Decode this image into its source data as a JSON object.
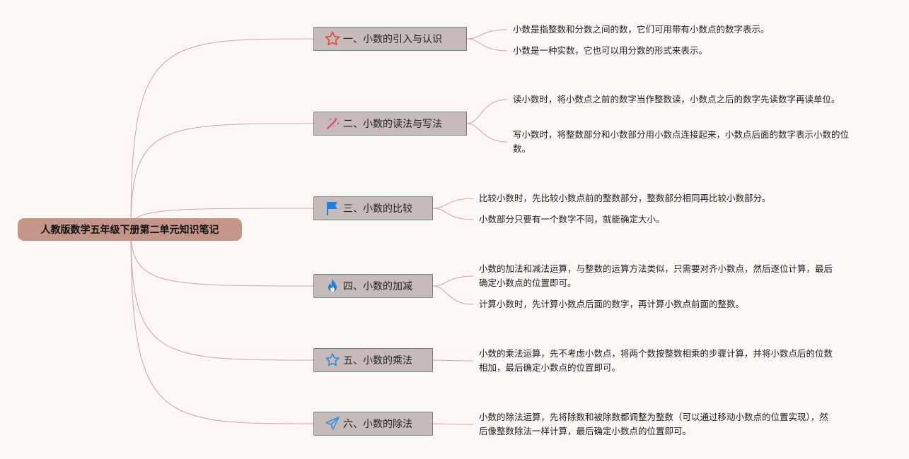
{
  "root": {
    "title": "人教版数学五年级下册第二单元知识笔记"
  },
  "branches": [
    {
      "label": "一、小数的引入与认识",
      "icon": "star-outline-icon",
      "icon_color": "#e0463a",
      "notes": [
        "小数是指整数和分数之间的数，它们可用带有小数点的数字表示。",
        "小数是一种实数，它也可以用分数的形式来表示。"
      ]
    },
    {
      "label": "二、小数的读法与写法",
      "icon": "magic-wand-icon",
      "icon_color": "#e23a7a",
      "notes": [
        "读小数时，将小数点之前的数字当作整数读，小数点之后的数字先读数字再读单位。",
        "写小数时，将整数部分和小数部分用小数点连接起来，小数点后面的数字表示小数的位数。"
      ]
    },
    {
      "label": "三、小数的比较",
      "icon": "flag-icon",
      "icon_color": "#1d7fe0",
      "notes": [
        "比较小数时，先比较小数点前的整数部分，整数部分相同再比较小数部分。",
        "小数部分只要有一个数字不同，就能确定大小。"
      ]
    },
    {
      "label": "四、小数的加减",
      "icon": "flame-icon",
      "icon_color": "#1d7fe0",
      "notes": [
        "小数的加法和减法运算，与整数的运算方法类似，只需要对齐小数点，然后逐位计算，最后确定小数点的位置即可。",
        "计算小数时，先计算小数点后面的数字，再计算小数点前面的整数。"
      ]
    },
    {
      "label": "五、小数的乘法",
      "icon": "star-outline-icon",
      "icon_color": "#2a86e0",
      "notes": [
        "小数的乘法运算，先不考虑小数点，将两个数按整数相乘的步骤计算，并将小数点后的位数相加，最后确定小数点的位置即可。"
      ]
    },
    {
      "label": "六、小数的除法",
      "icon": "paper-plane-icon",
      "icon_color": "#3a8ed8",
      "notes": [
        "小数的除法运算，先将除数和被除数都调整为整数（可以通过移动小数点的位置实现），然后像整数除法一样计算，最后确定小数点的位置即可。"
      ]
    }
  ],
  "colors": {
    "connector": "#c8a8a0",
    "root_fill": "#c5958a",
    "branch_fill": "#c7bbb9",
    "branch_border": "#6b8c83"
  }
}
